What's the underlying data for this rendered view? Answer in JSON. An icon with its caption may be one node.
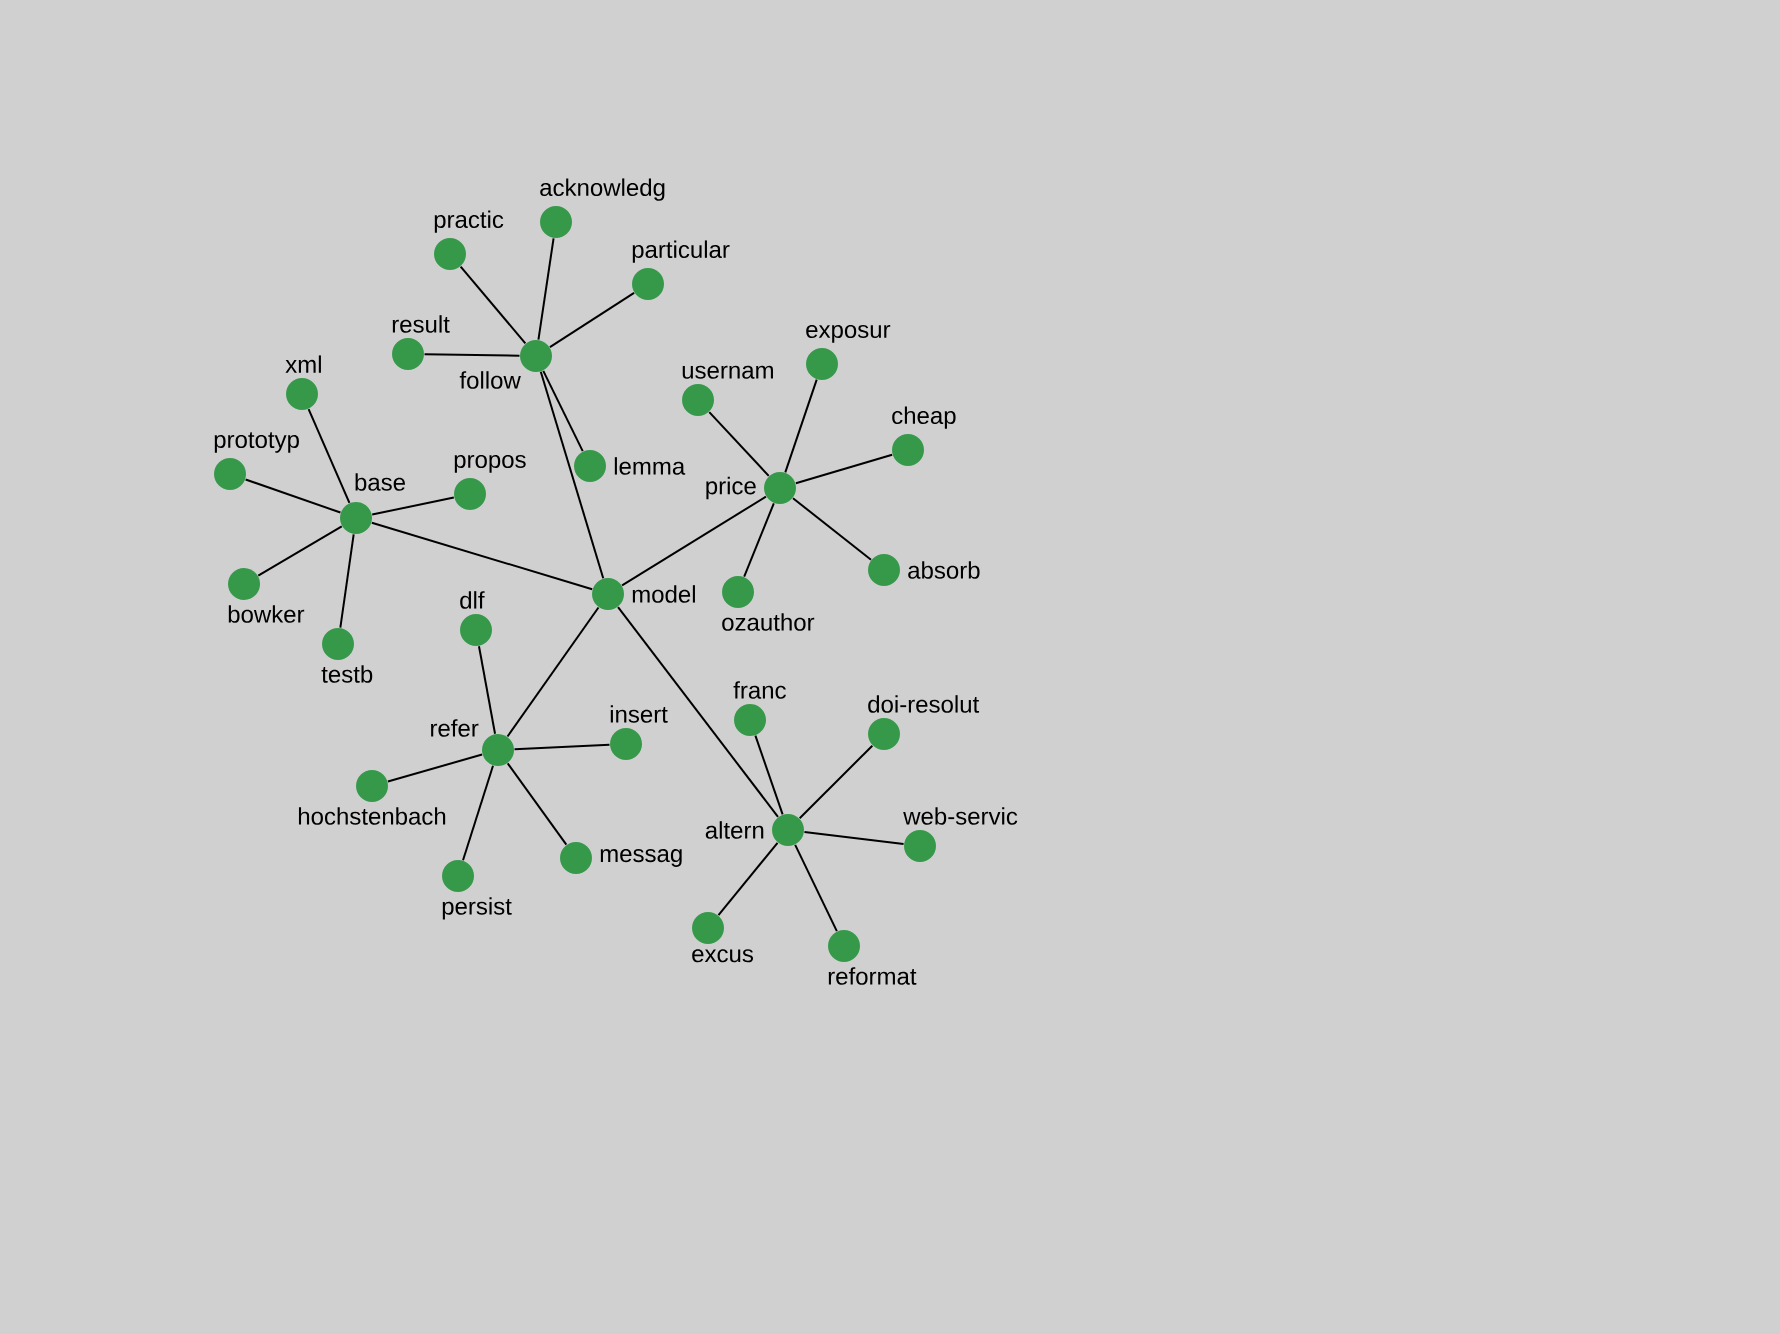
{
  "diagram": {
    "nodes": [
      {
        "text": [
          "model"
        ]
      },
      {
        "text": [
          "follow"
        ]
      },
      {
        "text": [
          "practic"
        ]
      },
      {
        "text": [
          "acknowledg"
        ]
      },
      {
        "text": [
          "particular"
        ]
      },
      {
        "text": [
          "result"
        ]
      },
      {
        "text": [
          "lemma"
        ]
      },
      {
        "text": [
          "base"
        ]
      },
      {
        "text": [
          "xml"
        ]
      },
      {
        "text": [
          "prototyp"
        ]
      },
      {
        "text": [
          "propos"
        ]
      },
      {
        "text": [
          "bowker"
        ]
      },
      {
        "text": [
          "testb"
        ]
      },
      {
        "text": [
          "price"
        ]
      },
      {
        "text": [
          "usernam"
        ]
      },
      {
        "text": [
          "exposur"
        ]
      },
      {
        "text": [
          "cheap"
        ]
      },
      {
        "text": [
          "absorb"
        ]
      },
      {
        "text": [
          "ozauthor"
        ]
      },
      {
        "text": [
          "refer"
        ]
      },
      {
        "text": [
          "dlf"
        ]
      },
      {
        "text": [
          "insert"
        ]
      },
      {
        "text": [
          "hochstenbach"
        ]
      },
      {
        "text": [
          "persist"
        ]
      },
      {
        "text": [
          "messag"
        ]
      },
      {
        "text": [
          "altern"
        ]
      },
      {
        "text": [
          "franc"
        ]
      },
      {
        "text": [
          "doi-resolut"
        ]
      },
      {
        "text": [
          "web-servic"
        ]
      },
      {
        "text": [
          "excus"
        ]
      },
      {
        "text": [
          "reformat"
        ]
      }
    ],
    "edges": [
      {
        "from": 0,
        "to": 1,
        "arrow": "none"
      },
      {
        "from": 0,
        "to": 7,
        "arrow": "none"
      },
      {
        "from": 0,
        "to": 13,
        "arrow": "none"
      },
      {
        "from": 0,
        "to": 19,
        "arrow": "none"
      },
      {
        "from": 0,
        "to": 25,
        "arrow": "none"
      },
      {
        "from": 1,
        "to": 2,
        "arrow": "none"
      },
      {
        "from": 1,
        "to": 3,
        "arrow": "none"
      },
      {
        "from": 1,
        "to": 4,
        "arrow": "none"
      },
      {
        "from": 1,
        "to": 5,
        "arrow": "none"
      },
      {
        "from": 1,
        "to": 6,
        "arrow": "none"
      },
      {
        "from": 7,
        "to": 8,
        "arrow": "none"
      },
      {
        "from": 7,
        "to": 9,
        "arrow": "none"
      },
      {
        "from": 7,
        "to": 10,
        "arrow": "none"
      },
      {
        "from": 7,
        "to": 11,
        "arrow": "none"
      },
      {
        "from": 7,
        "to": 12,
        "arrow": "none"
      },
      {
        "from": 13,
        "to": 14,
        "arrow": "none"
      },
      {
        "from": 13,
        "to": 15,
        "arrow": "none"
      },
      {
        "from": 13,
        "to": 16,
        "arrow": "none"
      },
      {
        "from": 13,
        "to": 17,
        "arrow": "none"
      },
      {
        "from": 13,
        "to": 18,
        "arrow": "none"
      },
      {
        "from": 19,
        "to": 20,
        "arrow": "none"
      },
      {
        "from": 19,
        "to": 21,
        "arrow": "none"
      },
      {
        "from": 19,
        "to": 22,
        "arrow": "none"
      },
      {
        "from": 19,
        "to": 23,
        "arrow": "none"
      },
      {
        "from": 19,
        "to": 24,
        "arrow": "none"
      },
      {
        "from": 25,
        "to": 26,
        "arrow": "none"
      },
      {
        "from": 25,
        "to": 27,
        "arrow": "none"
      },
      {
        "from": 25,
        "to": 28,
        "arrow": "none"
      },
      {
        "from": 25,
        "to": 29,
        "arrow": "none"
      },
      {
        "from": 25,
        "to": 30,
        "arrow": "none"
      }
    ]
  }
}
